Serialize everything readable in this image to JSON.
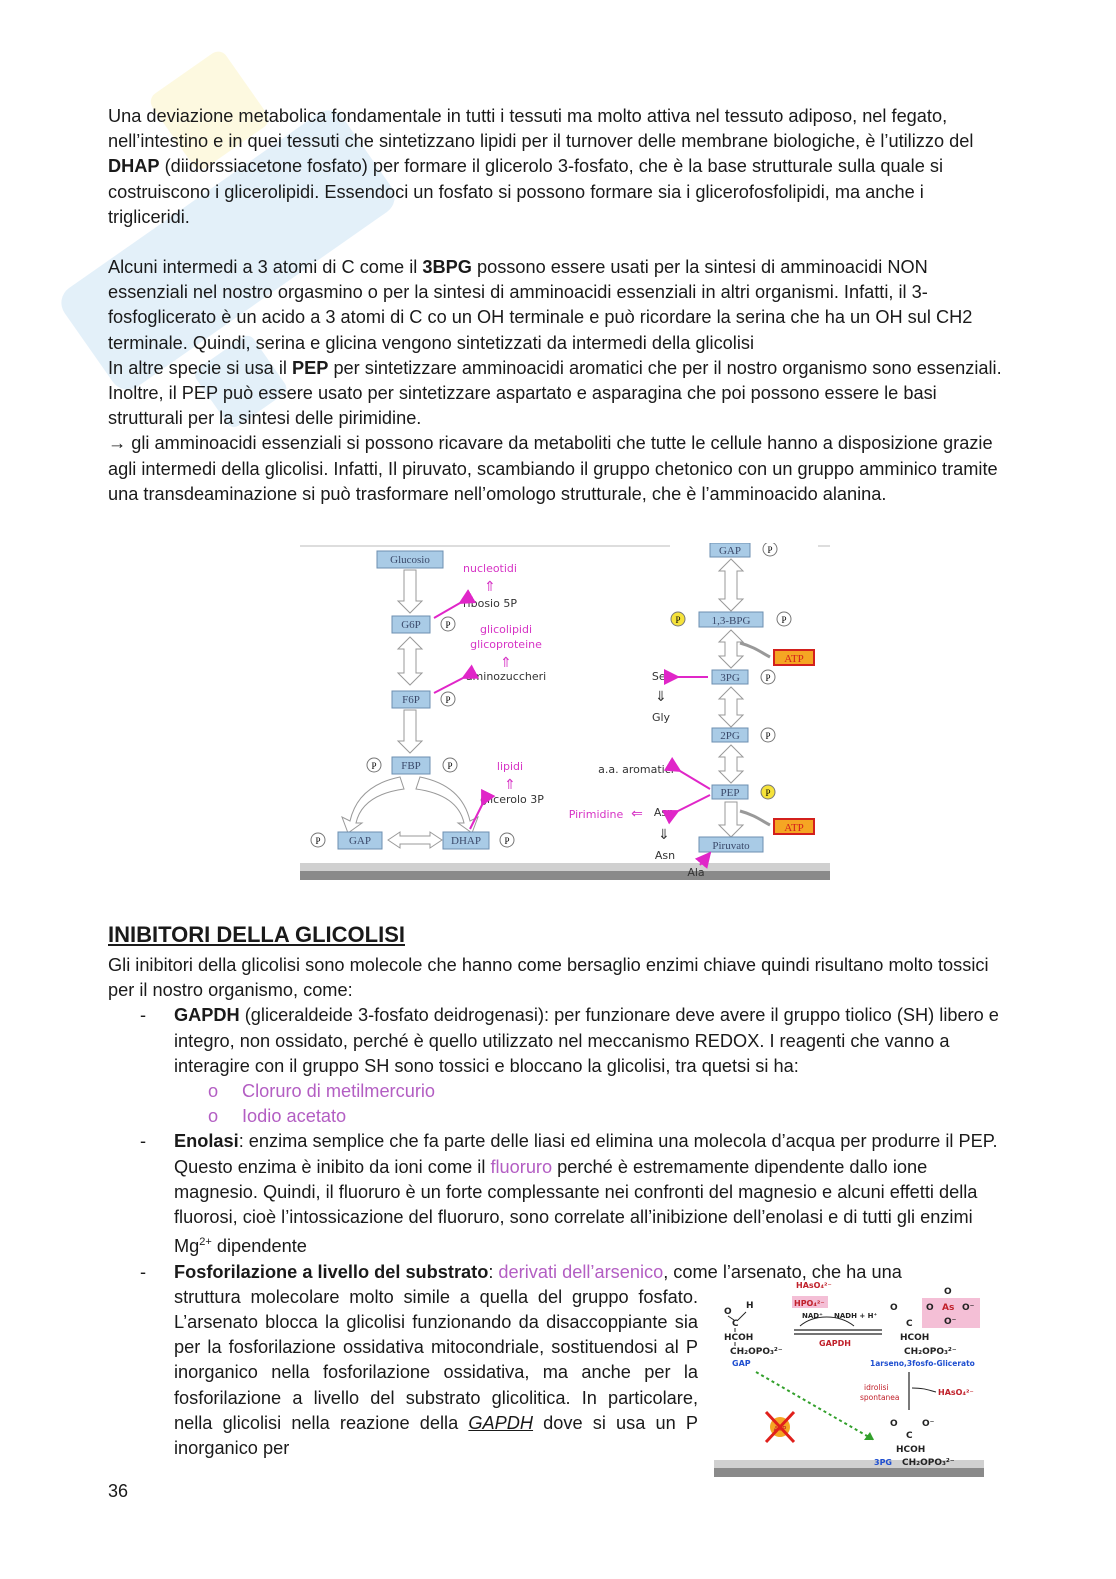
{
  "paragraphs": {
    "p1": {
      "a": "Una deviazione metabolica fondamentale in tutti i tessuti ma molto attiva nel tessuto adiposo, nel fegato, nell’intestino e in quei tessuti che sintetizzano lipidi per il turnover delle membrane biologiche, è l’utilizzo del ",
      "b": "DHAP",
      "c": " (diidorssiacetone fosfato) per formare il glicerolo 3-fosfato, che è la base strutturale sulla quale si costruiscono i glicerolipidi. Essendoci un fosfato si possono formare sia i glicerofosfolipidi, ma anche i trigliceridi."
    },
    "p2": {
      "a": "Alcuni intermedi a 3 atomi di C come il ",
      "b": "3BPG",
      "c": " possono essere usati per la sintesi di amminoacidi NON essenziali nel nostro orgasmino o per la sintesi di amminoacidi essenziali in altri organismi. Infatti, il 3-fosfoglicerato è un acido a 3 atomi di C co un OH terminale e può ricordare la serina che ha un OH sul CH2 terminale. Quindi, serina e glicina vengono sintetizzati da intermedi della glicolisi"
    },
    "p3": {
      "a": "In altre specie si usa il ",
      "b": "PEP",
      "c": " per sintetizzare amminoacidi aromatici che per il nostro organismo sono essenziali. Inoltre, il PEP può essere usato per sintetizzare aspartato e asparagina che poi possono essere le basi strutturali per la sintesi delle pirimidine."
    },
    "p4": "→ gli amminoacidi essenziali si possono ricavare da metaboliti che tutte le cellule hanno a disposizione grazie agli intermedi della glicolisi. Infatti, Il piruvato, scambiando il gruppo chetonico con un gruppo amminico tramite una transdeaminazione si può trasformare nell’omologo strutturale, che è l’amminoacido alanina."
  },
  "diagram": {
    "glucosio": "Glucosio",
    "g6p": "G6P",
    "f6p": "F6P",
    "fbp": "FBP",
    "gap": "GAP",
    "dhap": "DHAP",
    "p": "P",
    "nucleotidi": "nucleotidi",
    "ribosio5p": "ribosio 5P",
    "glicolipidi": "glicolipidi",
    "glicoproteine": "glicoproteine",
    "aminozuccheri": "aminozuccheri",
    "lipidi": "lipidi",
    "glicerolo3p": "glicerolo 3P",
    "gap_r": "GAP",
    "bpg": "1,3-BPG",
    "pg3": "3PG",
    "pg2": "2PG",
    "pep": "PEP",
    "piruvato": "Piruvato",
    "atp": "ATP",
    "ser": "Ser",
    "gly": "Gly",
    "aa_aromatici": "a.a. aromatici",
    "pirimidine": "Pirimidine",
    "asp": "Asp",
    "asn": "Asn",
    "ala": "Ala",
    "arrow_up": "⇑",
    "arrow_down": "⇓",
    "arrow_left": "⇐"
  },
  "section": {
    "title": "INIBITORI DELLA GLICOLISI",
    "intro": "Gli inibitori della glicolisi sono molecole che hanno come bersaglio enzimi chiave quindi risultano molto tossici per il nostro organismo, come:",
    "dash": "-",
    "bullet_circle": "o",
    "gapdh": {
      "term": "GAPDH",
      "text": " (gliceraldeide 3-fosfato deidrogenasi): per funzionare deve avere il gruppo tiolico (SH) libero e integro, non ossidato, perché è quello utilizzato nel meccanismo REDOX. I reagenti che vanno a interagire con il gruppo SH sono tossici e bloccano la glicolisi, tra quetsi si ha:",
      "sub1": "Cloruro di metilmercurio",
      "sub2": "Iodio acetato"
    },
    "enolasi": {
      "term": "Enolasi",
      "text_a": ": enzima semplice che fa parte delle liasi ed elimina una molecola d’acqua per produrre il PEP. Questo enzima è inibito da ioni come il ",
      "fluoruro": "fluoruro",
      "text_b": " perché è estremamente dipendente dallo ione magnesio. Quindi, il fluoruro è un forte complessante nei confronti del magnesio e alcuni effetti della fluorosi, cioè l’intossicazione del fluoruro, sono correlate all’inibizione dell’enolasi e di tutti gli enzimi Mg",
      "sup": "2+",
      "text_c": " dipendente"
    },
    "fosforilazione": {
      "term": "Fosforilazione a livello del substrato",
      "colon": ": ",
      "arsenico": "derivati dell’arsenico",
      "text_a": ", come l’arsenato, che ha una",
      "text_b": "struttura molecolare molto simile a quella del gruppo fosfato. L’arsenato blocca la glicolisi funzionando da disaccoppiante sia per la fosforilazione ossidativa mitocondriale, sostituendosi al P inorganico nella fosforilazione ossidativa, ma anche per la fosforilazione a livello del substrato glicolitica. In particolare, nella glicolisi nella reazione della ",
      "gapdh_u": "GAPDH",
      "text_c": " dove si usa un P inorganico per"
    }
  },
  "fig2": {
    "hAsO4": "HAsO₄²⁻",
    "hpo4": "HPO₄²⁻",
    "nad": "NAD⁺",
    "nadh": "NADH + H⁺",
    "gapdh": "GAPDH",
    "gap": "GAP",
    "arseno": "1arseno,3fosfo-Glicerato",
    "idrolisi1": "idrolisi",
    "idrolisi2": "spontanea",
    "hAsO4b": "HAsO₄²⁻",
    "pg3": "3PG",
    "atp": "ATP",
    "hcoh": "HCOH",
    "ch2opo3": "CH₂OPO₃²⁻",
    "h": "H",
    "o": "O",
    "c": "C",
    "as": "As",
    "o_minus": "O⁻"
  },
  "page_number": "36",
  "colors": {
    "accent_purple": "#b35ec3",
    "box_blue": "#a9cbe6",
    "magenta_arrow": "#e026c8",
    "atp_red": "#d3201c",
    "atp_fill": "#f5a623",
    "p_yellow": "#f6e33a",
    "watermark_blue": "#2f8fd6",
    "watermark_yellow": "#f3d21b"
  }
}
